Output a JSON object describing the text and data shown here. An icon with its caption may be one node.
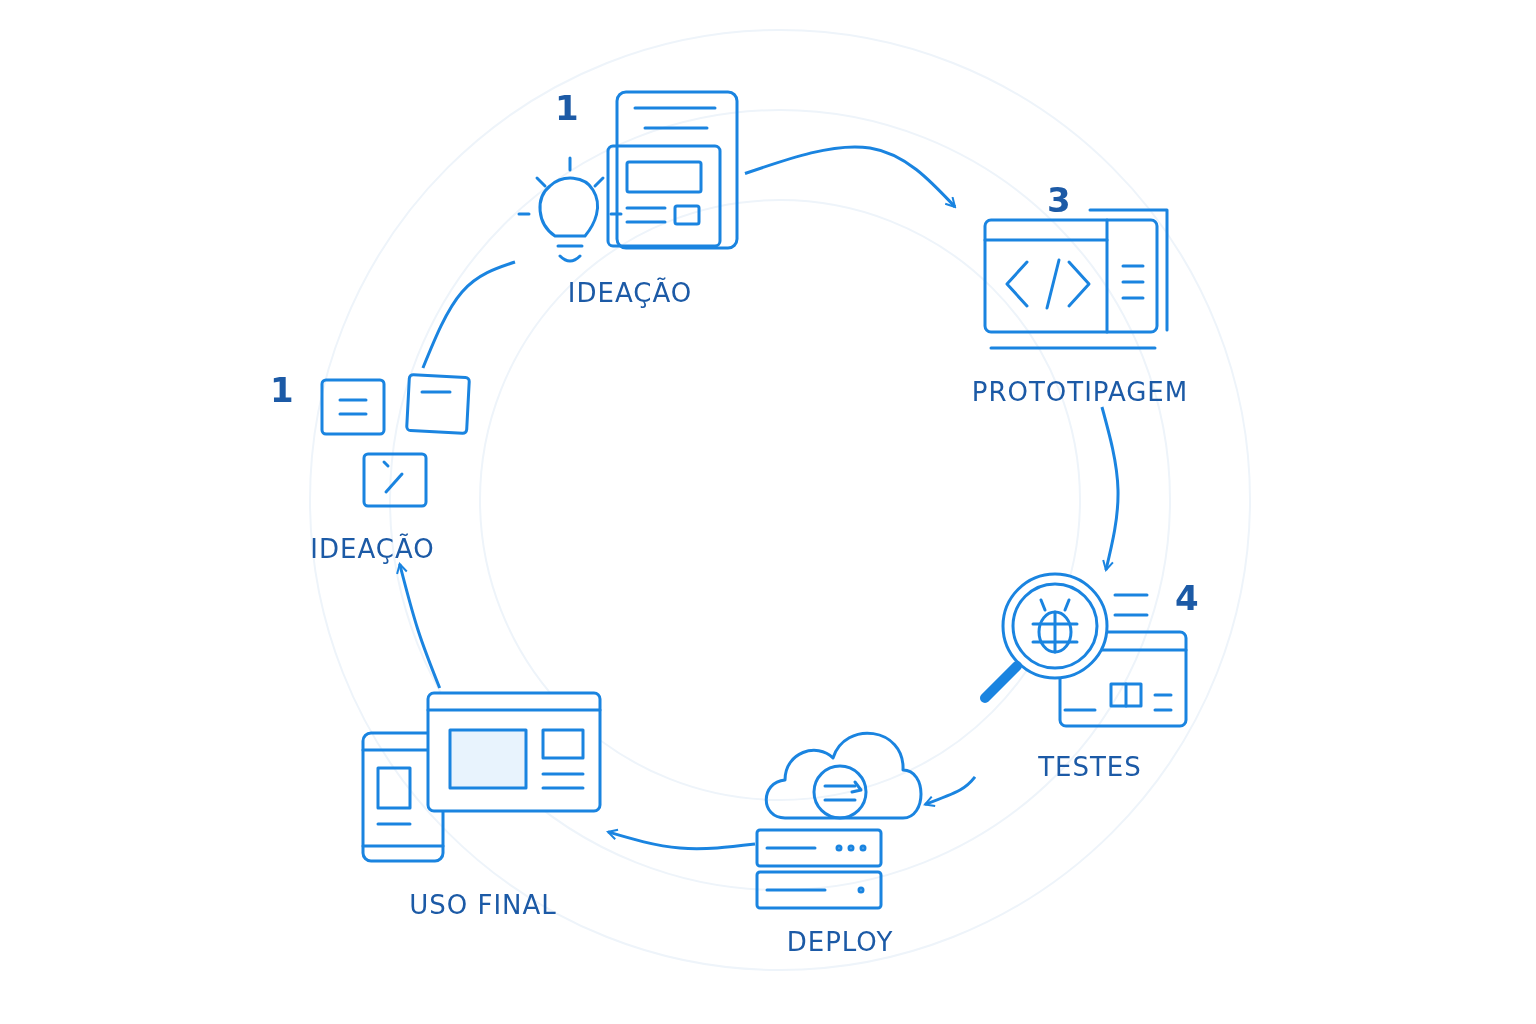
{
  "diagram": {
    "nodes": [
      {
        "text": [
          "IDEAÇÃO"
        ],
        "beside": [
          "1"
        ]
      },
      {
        "text": [
          "PROTOTIPAGEM"
        ],
        "beside": [
          "3"
        ]
      },
      {
        "text": [
          "TESTES"
        ],
        "beside": [
          "4"
        ]
      },
      {
        "text": [
          "DEPLOY"
        ]
      },
      {
        "text": [
          "USO FINAL"
        ]
      },
      {
        "text": [
          "IDEAÇÃO"
        ],
        "beside": [
          "1"
        ]
      }
    ],
    "edges": [
      {
        "from": 0,
        "to": 1,
        "arrow": "to"
      },
      {
        "from": 1,
        "to": 2,
        "arrow": "to"
      },
      {
        "from": 2,
        "to": 3,
        "arrow": "to"
      },
      {
        "from": 3,
        "to": 4,
        "arrow": "to"
      },
      {
        "from": 4,
        "to": 5,
        "arrow": "to"
      },
      {
        "from": 5,
        "to": 0,
        "arrow": "none"
      }
    ]
  }
}
